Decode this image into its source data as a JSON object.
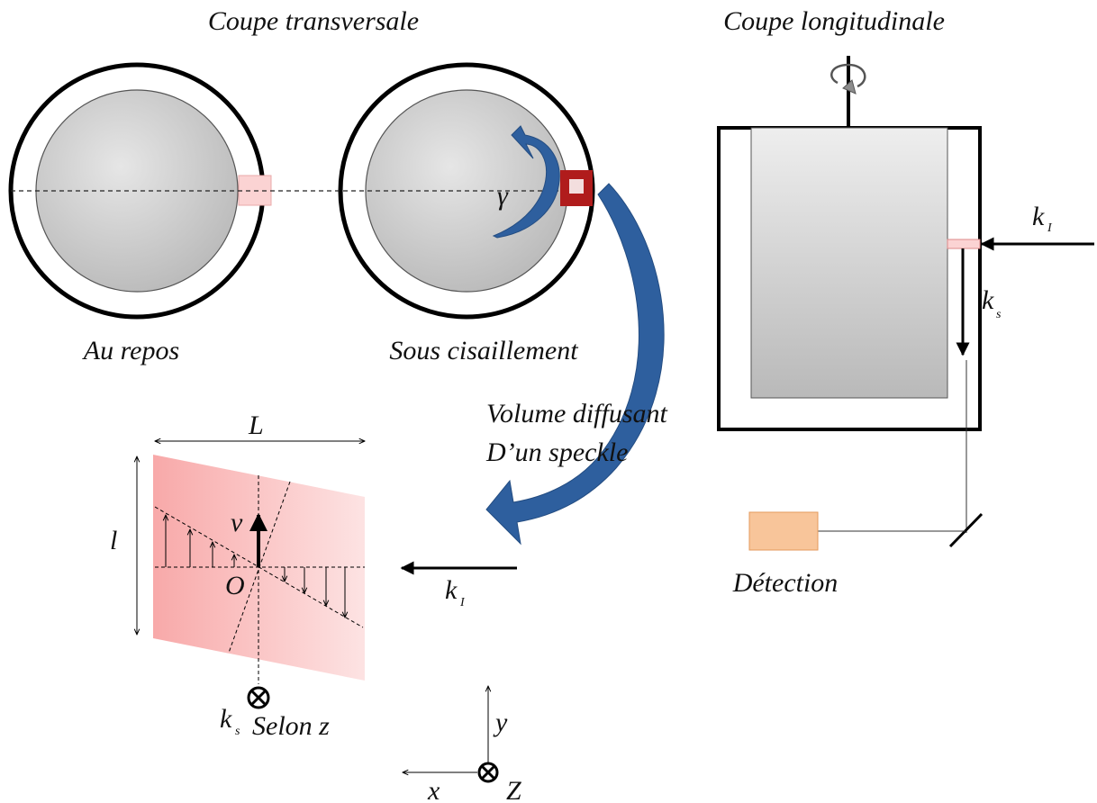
{
  "labels": {
    "coupe_transversale": "Coupe transversale",
    "coupe_longitudinale": "Coupe longitudinale",
    "au_repos": "Au repos",
    "sous_cisaillement": "Sous cisaillement",
    "volume_line1": "Volume diffusant",
    "volume_line2": "D’un speckle",
    "detection": "Détection",
    "selon_z": "Selon z"
  },
  "symbols": {
    "gamma": "γ",
    "k": "k",
    "sub_i": "I",
    "sub_s": "s",
    "L": "L",
    "l": "l",
    "v": "v",
    "O": "O",
    "x": "x",
    "y": "y",
    "Z": "Z"
  },
  "colors": {
    "pink_light": "#fbd3d3",
    "pink_dark": "#f7a4a4",
    "blue_arrow": "#2e5f9e",
    "red_box": "#b01c1c",
    "detector": "#f8c59a"
  }
}
